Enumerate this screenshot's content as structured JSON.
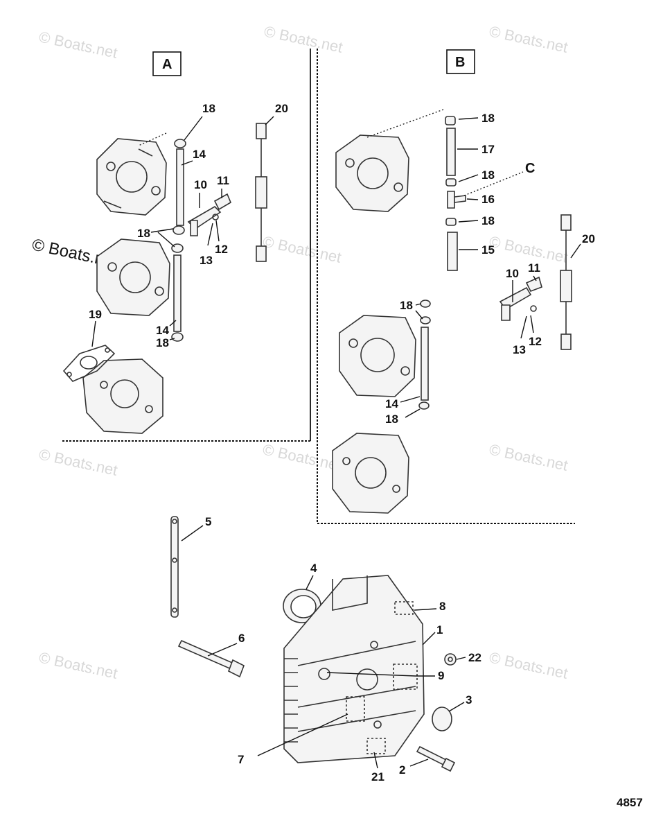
{
  "watermarks": [
    "© Boats.net",
    "© Boats.net",
    "© Boats.net",
    "© Boats.net",
    "© Boats.net",
    "© Boats.net",
    "© Boats.net",
    "© Boats.net",
    "© Boats.net",
    "© Boats.net"
  ],
  "watermark_dark": "© Boats.net",
  "views": {
    "a": "A",
    "b": "B"
  },
  "point_c": "C",
  "callouts": {
    "a18_top": "18",
    "a14_top": "14",
    "a20": "20",
    "a11": "11",
    "a10": "10",
    "a18_mid": "18",
    "a12": "12",
    "a13": "13",
    "a19": "19",
    "a14_bot": "14",
    "a18_bot": "18",
    "b18_top": "18",
    "b17": "17",
    "b18_2": "18",
    "b16": "16",
    "b18_3": "18",
    "b15": "15",
    "b20": "20",
    "b11": "11",
    "b10": "10",
    "b18_4": "18",
    "b12": "12",
    "b13": "13",
    "b14": "14",
    "b18_5": "18",
    "p5": "5",
    "p4": "4",
    "p8": "8",
    "p1": "1",
    "p6": "6",
    "p22": "22",
    "p9": "9",
    "p3": "3",
    "p7": "7",
    "p2": "2",
    "p21": "21"
  },
  "figure_number": "4857"
}
